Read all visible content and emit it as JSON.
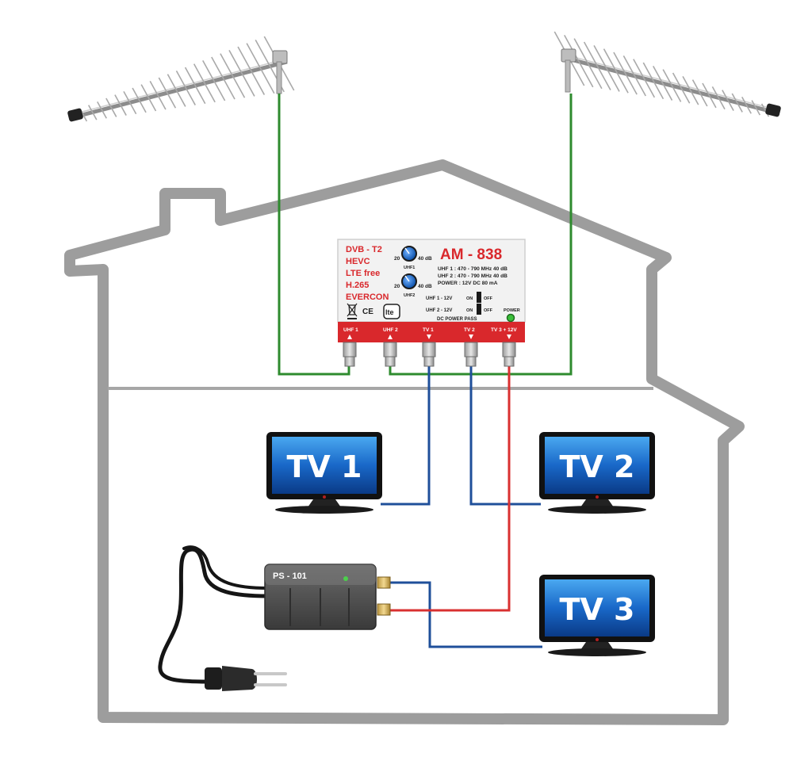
{
  "amplifier": {
    "model": "AM - 838",
    "features": [
      "DVB - T2",
      "HEVC",
      "LTE free",
      "H.265",
      "EVERCON"
    ],
    "gain_knob_1": {
      "min": "20",
      "max": "40 dB",
      "label": "UHF1"
    },
    "gain_knob_2": {
      "min": "20",
      "max": "40 dB",
      "label": "UHF2"
    },
    "specs": [
      "UHF 1 : 470 - 790 MHz 40 dB",
      "UHF 2 : 470 - 790 MHz 40 dB",
      "POWER : 12V DC 80 mA"
    ],
    "switch_1": {
      "label": "UHF 1 - 12V",
      "on": "ON",
      "off": "OFF"
    },
    "switch_2": {
      "label": "UHF 2 - 12V",
      "on": "ON",
      "off": "OFF"
    },
    "dc_pass": "DC POWER PASS",
    "power_label": "POWER",
    "ce_mark": "CE",
    "lte_logo": "lte",
    "ports": [
      "UHF 1",
      "UHF 2",
      "TV 1",
      "TV 2",
      "TV 3 + 12V"
    ],
    "colors": {
      "body": "#f2f2f2",
      "accent": "#d9282c"
    }
  },
  "power_supply": {
    "label": "PS - 101"
  },
  "tvs": [
    {
      "label": "TV 1"
    },
    {
      "label": "TV 2"
    },
    {
      "label": "TV 3"
    }
  ],
  "cable_colors": {
    "antenna": "#2e8b2e",
    "tv": "#1f4f9a",
    "power": "#d93030"
  },
  "icons": {
    "antennas": "yagi-antenna-icon",
    "disposal": "crossed-bin-icon",
    "plug": "eu-plug-icon"
  }
}
